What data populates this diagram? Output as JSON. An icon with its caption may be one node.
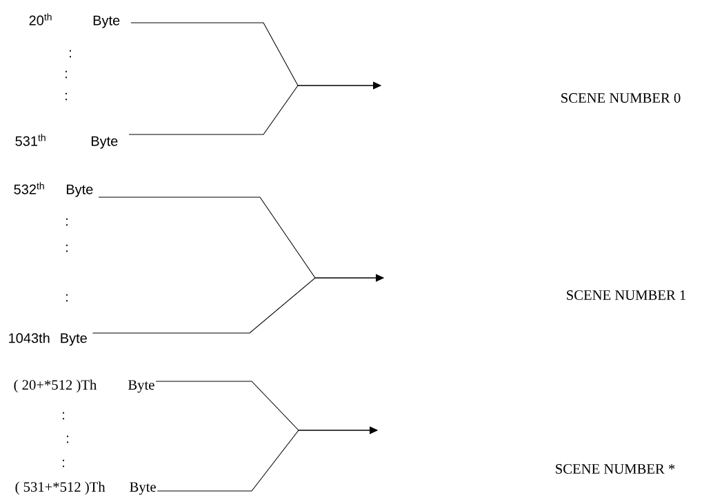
{
  "diagram": {
    "nodes": [
      {
        "text": [
          "20$^{th}$",
          "Byte"
        ]
      },
      {
        "text": [
          "531$^{th}$",
          "Byte"
        ]
      },
      {
        "text": [
          "532$^{th}$",
          "Byte"
        ]
      },
      {
        "text": [
          "1043th",
          "Byte"
        ]
      },
      {
        "text": [
          "( 20+*512 )Th",
          "Byte"
        ]
      },
      {
        "text": [
          "( 531+*512 )Th",
          "Byte"
        ]
      }
    ],
    "edges": [
      {
        "from": 0,
        "to": null,
        "arrow": "to"
      },
      {
        "from": 1,
        "to": null,
        "arrow": "to"
      },
      {
        "from": 2,
        "to": null,
        "arrow": "to"
      },
      {
        "from": 3,
        "to": null,
        "arrow": "to"
      },
      {
        "from": 4,
        "to": null,
        "arrow": "to"
      },
      {
        "from": 5,
        "to": null,
        "arrow": "to"
      }
    ],
    "labels": [
      ":",
      ":",
      ":",
      "SCENE NUMBER 0",
      ":",
      ":",
      ":",
      "SCENE NUMBER 1",
      ":",
      ":",
      ":",
      "SCENE NUMBER *"
    ]
  }
}
